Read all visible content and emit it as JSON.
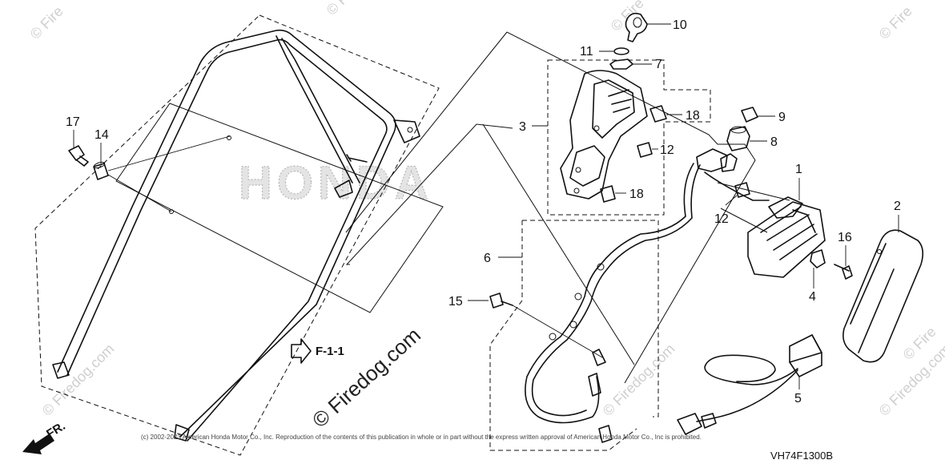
{
  "brand_watermark": "HONDA",
  "site_watermark": "© Firedog.com",
  "corner_watermarks": [
    "© Fire",
    "© Fire",
    "© Fire",
    "© Fire",
    "© Firedog.com",
    "© Firedog.com",
    "© Firedog.com",
    "© Fire"
  ],
  "reference": "F-1-1",
  "front_arrow_label": "FR.",
  "diagram_code": "VH74F1300B",
  "copyright": "(c) 2002-2023 American Honda Motor Co., Inc. Reproduction of the contents of this publication in whole or in part without the express written approval of American Honda Motor Co., Inc is prohibited.",
  "callouts": {
    "c1": "1",
    "c2": "2",
    "c3": "3",
    "c4": "4",
    "c5": "5",
    "c6": "6",
    "c7": "7",
    "c8": "8",
    "c9": "9",
    "c10": "10",
    "c11": "11",
    "c12a": "12",
    "c12b": "12",
    "c14": "14",
    "c15": "15",
    "c16": "16",
    "c17": "17",
    "c18a": "18",
    "c18b": "18"
  }
}
